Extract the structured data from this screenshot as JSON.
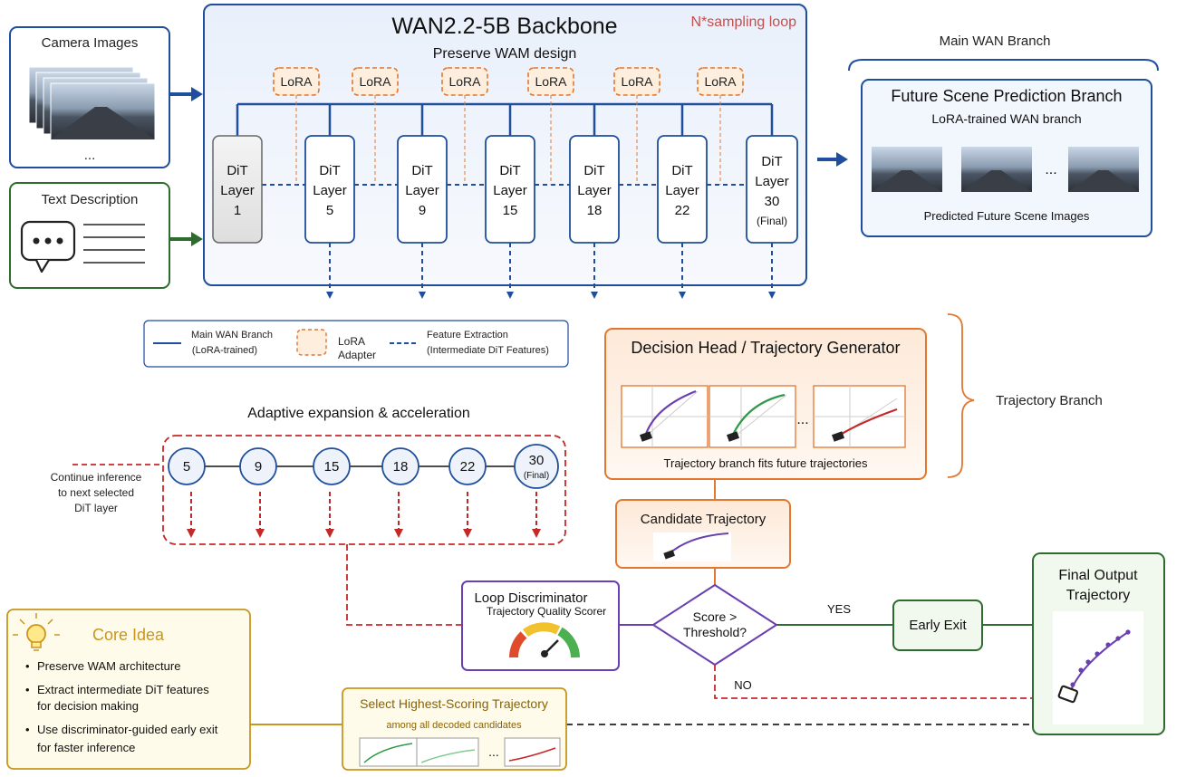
{
  "inputs": {
    "camera_title": "Camera Images",
    "camera_ellipsis": "...",
    "text_title": "Text Description"
  },
  "backbone": {
    "title": "WAN2.2-5B Backbone",
    "loop_label": "N*sampling loop",
    "subtitle": "Preserve WAM design",
    "lora_label": "LoRA",
    "layer_word1": "DiT",
    "layer_word2": "Layer",
    "layers": [
      "1",
      "5",
      "9",
      "15",
      "18",
      "22",
      "30"
    ],
    "final_note": "(Final)"
  },
  "main_branch": {
    "label": "Main WAN Branch",
    "title": "Future Scene Prediction Branch",
    "subtitle": "LoRA-trained WAN branch",
    "ellipsis": "...",
    "caption": "Predicted Future Scene Images"
  },
  "legend": {
    "main_line1": "Main WAN Branch",
    "main_line2": "(LoRA-trained)",
    "lora_line1": "LoRA",
    "lora_line2": "Adapter",
    "feat_line1": "Feature Extraction",
    "feat_line2": "(Intermediate DiT Features)"
  },
  "adaptive": {
    "title": "Adaptive expansion & acceleration",
    "nodes": [
      "5",
      "9",
      "15",
      "18",
      "22",
      "30"
    ],
    "final_note": "(Final)",
    "continue_line1": "Continue inference",
    "continue_line2": "to next selected",
    "continue_line3": "DiT layer"
  },
  "decision": {
    "title": "Decision Head / Trajectory Generator",
    "ellipsis": "...",
    "caption": "Trajectory branch fits future trajectories",
    "branch_label": "Trajectory Branch",
    "candidate_title": "Candidate Trajectory"
  },
  "discriminator": {
    "title": "Loop Discriminator",
    "subtitle": "Trajectory Quality Scorer",
    "diamond_line1": "Score >",
    "diamond_line2": "Threshold?",
    "yes": "YES",
    "no": "NO",
    "early_exit": "Early Exit"
  },
  "final_output": {
    "line1": "Final Output",
    "line2": "Trajectory"
  },
  "select": {
    "title": "Select Highest-Scoring Trajectory",
    "subtitle": "among all decoded candidates",
    "ellipsis": "..."
  },
  "core": {
    "title": "Core Idea",
    "bullets": [
      "Preserve WAM architecture",
      "Extract intermediate DiT features",
      "for decision making",
      "Use discriminator-guided early exit",
      "for faster inference"
    ]
  },
  "colors": {
    "navy": "#1f4e9c",
    "orange": "#e2772f",
    "red": "#c62828",
    "green": "#2e6b2e",
    "purple": "#6a3fb0",
    "gold": "#c8961e"
  }
}
